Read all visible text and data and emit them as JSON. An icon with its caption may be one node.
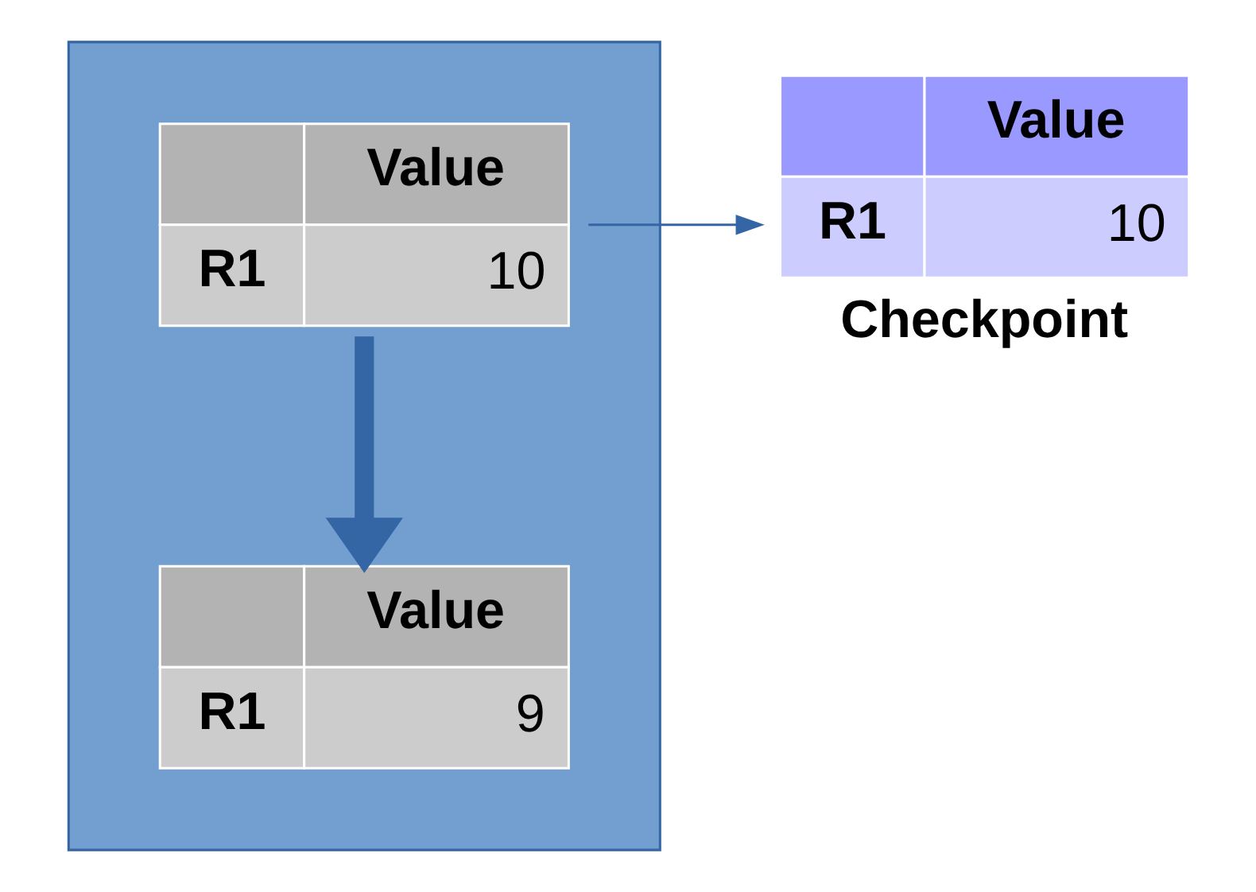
{
  "diagram": {
    "nodes": [
      {
        "text": [],
        "shape": "box"
      },
      {
        "text": [
          "Value",
          "R1",
          "10"
        ],
        "in": 0
      },
      {
        "text": [
          "Value",
          "R1",
          "9"
        ],
        "in": 0
      },
      {
        "text": [
          "Value",
          "R1",
          "10"
        ],
        "beside": [
          "Checkpoint"
        ]
      }
    ],
    "edges": [
      {
        "from": 1,
        "to": 2,
        "arrow": "to",
        "style": "thick"
      },
      {
        "from": 1,
        "to": 3,
        "arrow": "to"
      }
    ]
  }
}
